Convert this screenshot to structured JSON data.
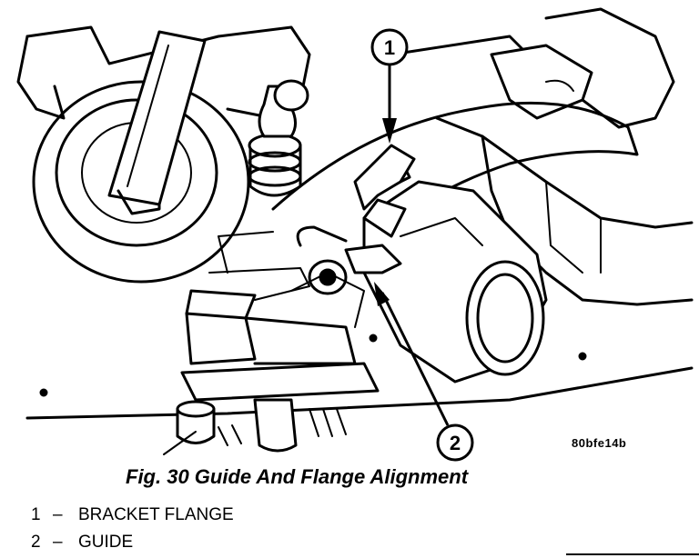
{
  "figure": {
    "id": "80bfe14b",
    "caption": "Fig. 30 Guide And Flange Alignment"
  },
  "callouts": [
    {
      "number": "1"
    },
    {
      "number": "2"
    }
  ],
  "legend": [
    {
      "number": "1",
      "dash": "–",
      "label": "BRACKET FLANGE"
    },
    {
      "number": "2",
      "dash": "–",
      "label": "GUIDE"
    }
  ]
}
